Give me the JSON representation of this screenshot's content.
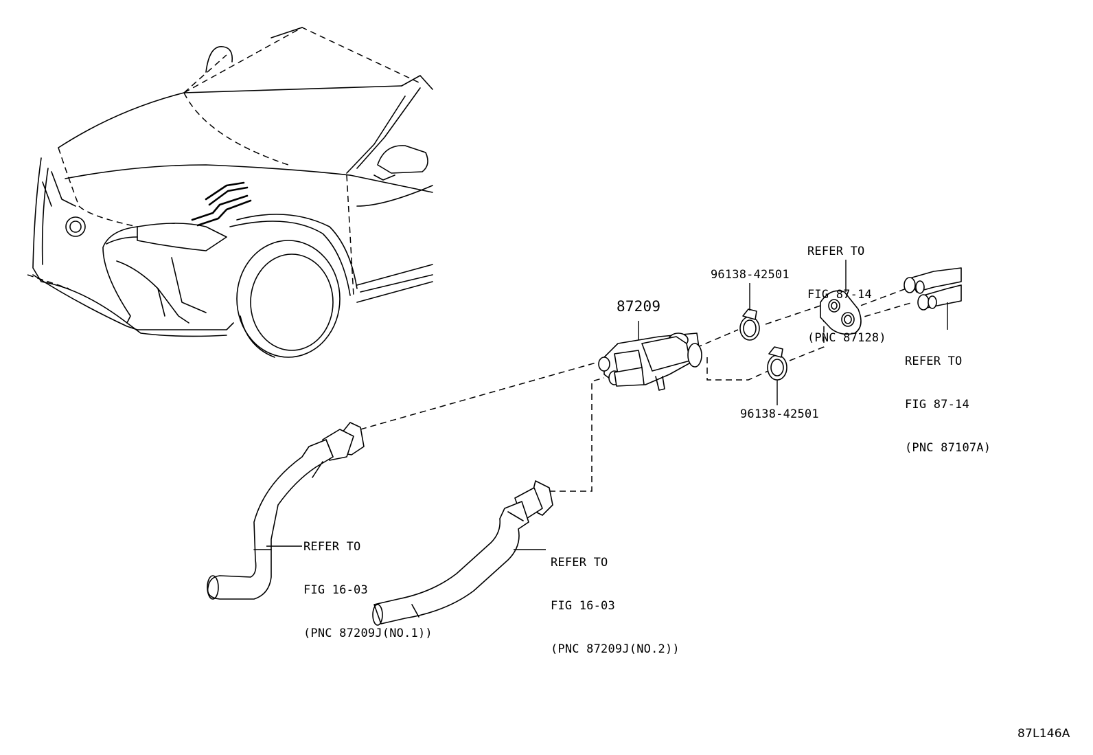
{
  "labels": {
    "main_part": "87209",
    "clip_top": "96138-42501",
    "clip_bottom": "96138-42501",
    "grommet_ref": [
      "REFER TO",
      "FIG 87-14",
      "(PNC 87128)"
    ],
    "pipe_ref": [
      "REFER TO",
      "FIG 87-14",
      "(PNC 87107A)"
    ],
    "hose1_ref": [
      "REFER TO",
      "FIG 16-03",
      "(PNC 87209J(NO.1))"
    ],
    "hose2_ref": [
      "REFER TO",
      "FIG 16-03",
      "(PNC 87209J(NO.2))"
    ],
    "figure_id": "87L146A"
  }
}
